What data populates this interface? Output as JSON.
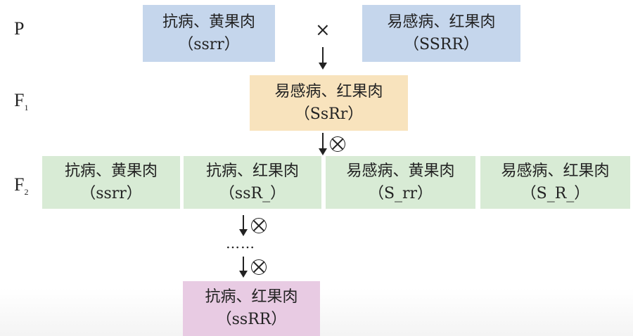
{
  "generations": {
    "p": "P",
    "f1": "F",
    "f1_sub": "1",
    "f2": "F",
    "f2_sub": "2"
  },
  "symbols": {
    "cross": "×",
    "dots": "……"
  },
  "parents": [
    {
      "phenotype": "抗病、黄果肉",
      "genotype": "（ssrr）"
    },
    {
      "phenotype": "易感病、红果肉",
      "genotype": "（SSRR）"
    }
  ],
  "f1": {
    "phenotype": "易感病、红果肉",
    "genotype": "（SsRr）"
  },
  "f2": [
    {
      "phenotype": "抗病、黄果肉",
      "genotype": "（ssrr）"
    },
    {
      "phenotype": "抗病、红果肉",
      "genotype": "（ssR_）"
    },
    {
      "phenotype": "易感病、黄果肉",
      "genotype": "（S_rr）"
    },
    {
      "phenotype": "易感病、红果肉",
      "genotype": "（S_R_）"
    }
  ],
  "final": {
    "phenotype": "抗病、红果肉",
    "genotype": "（ssRR）"
  },
  "colors": {
    "parent_box": "#c5d6ec",
    "f1_box": "#f8e3bd",
    "f2_box": "#d8ebd5",
    "final_box": "#e8cbe3"
  },
  "icons": {
    "selfing": "circled-times-icon",
    "arrow": "down-arrow-icon"
  }
}
